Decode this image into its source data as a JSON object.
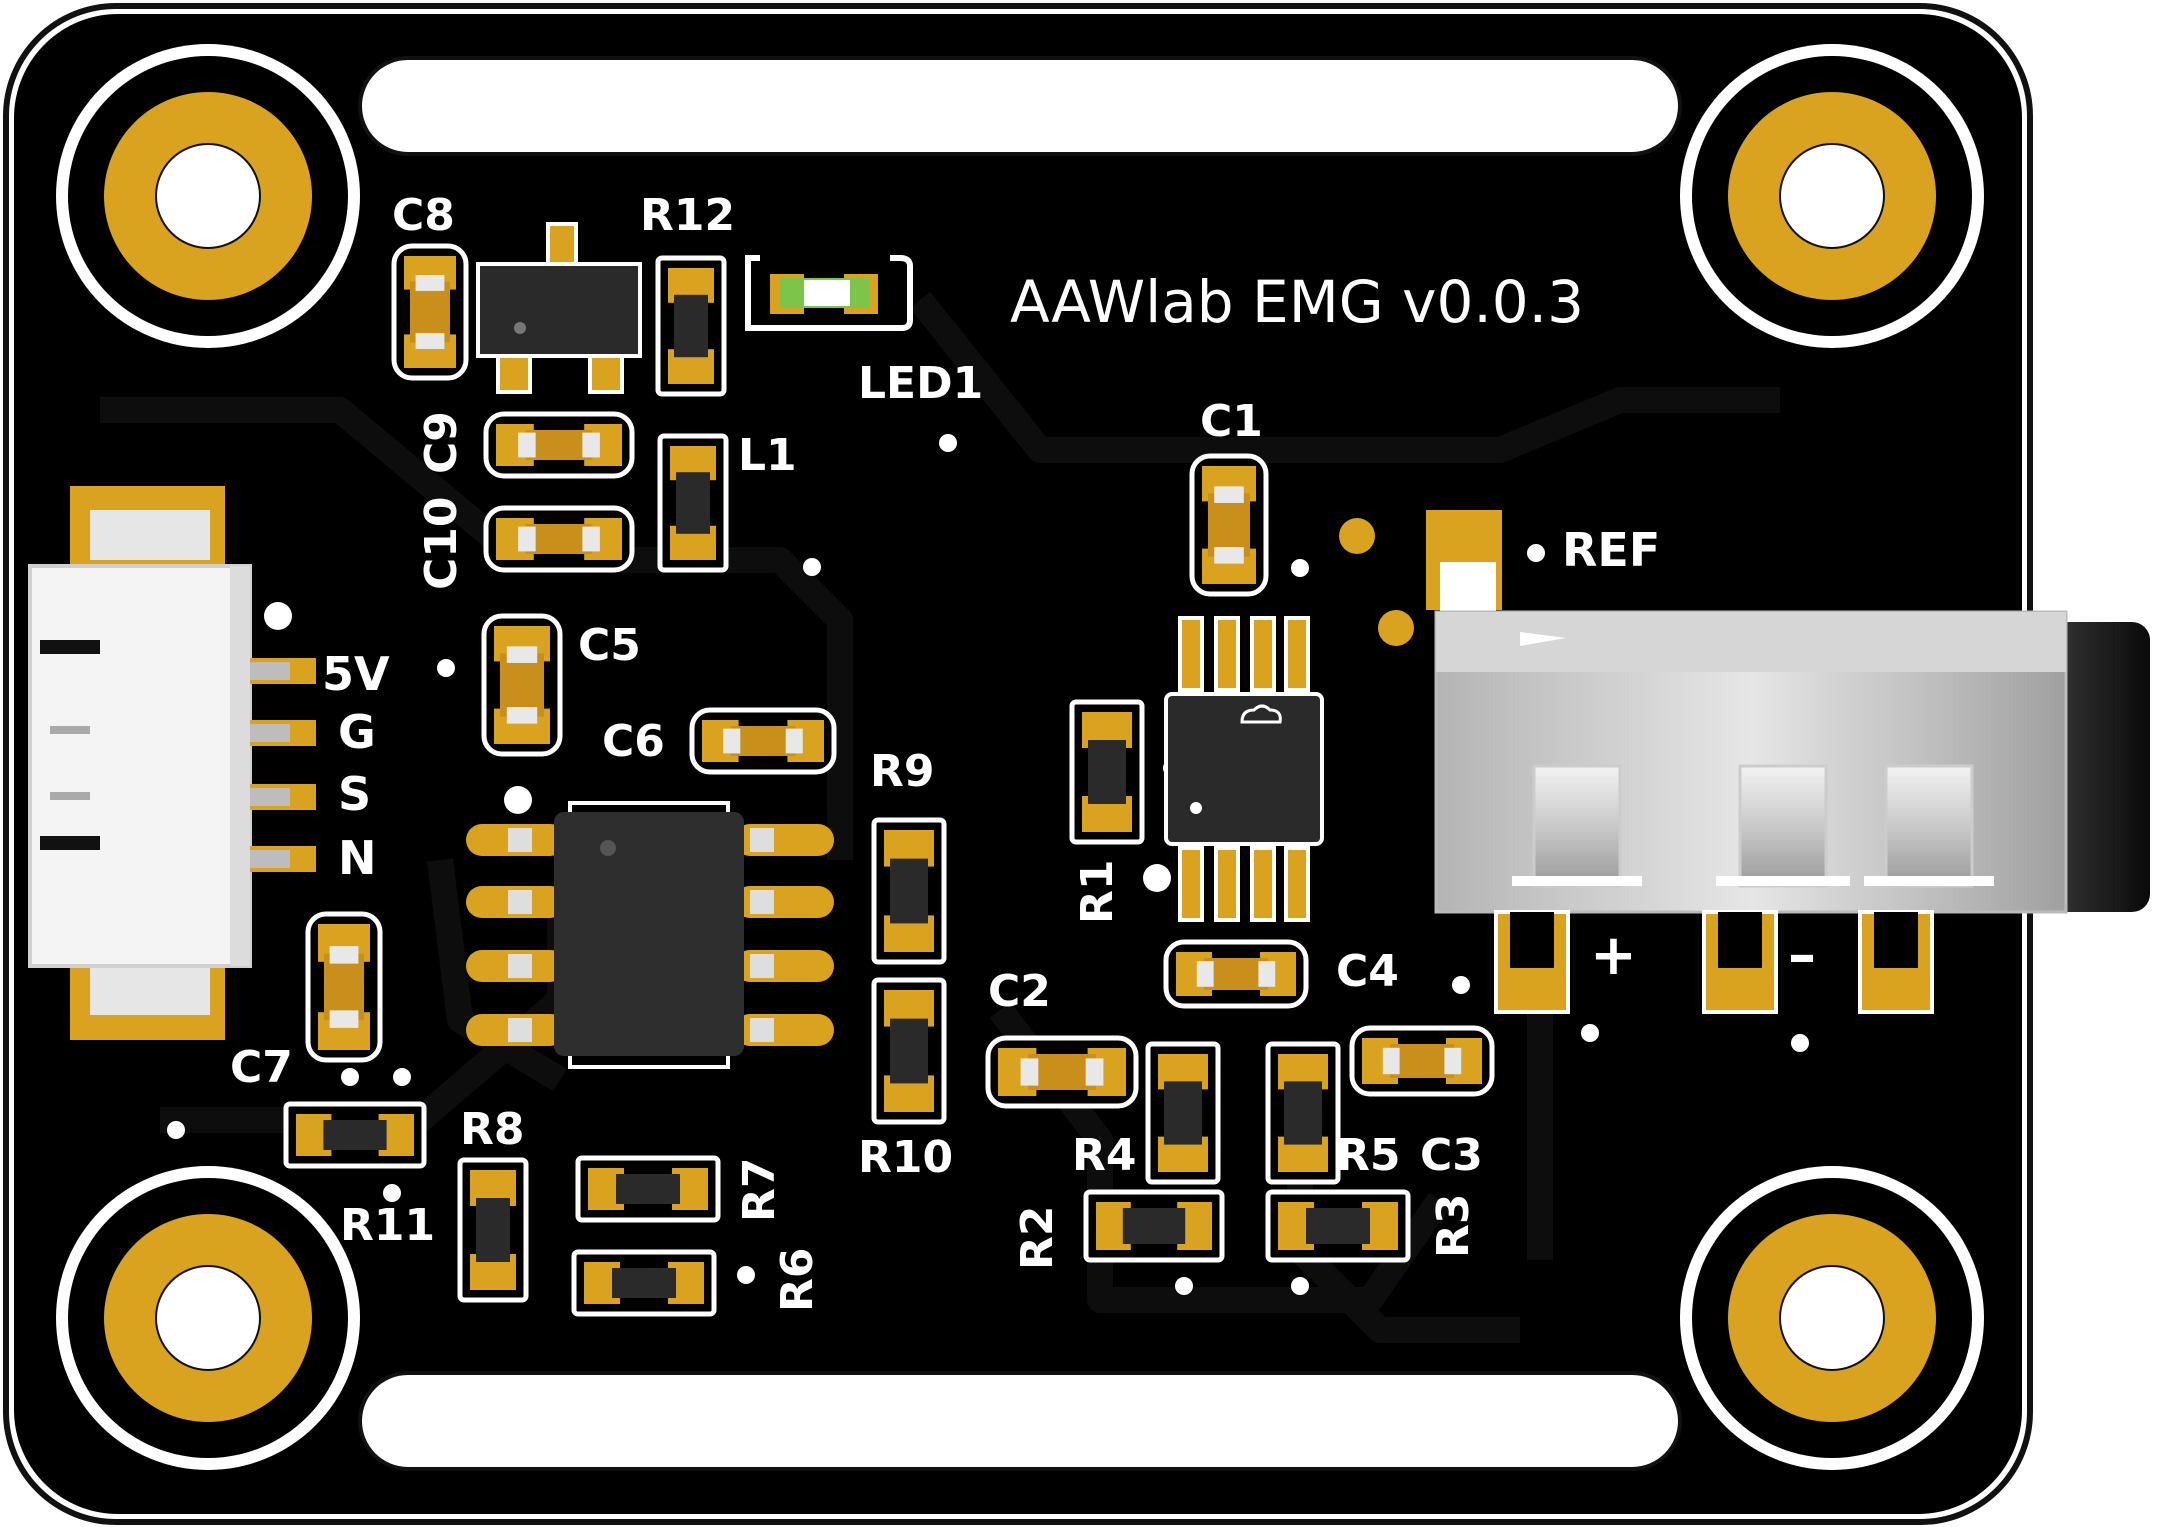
{
  "board": {
    "title": "AAWlab EMG v0.0.3",
    "colors": {
      "mask": "#000000",
      "trace": "#0c0c0c",
      "gold": "#d9a21f",
      "silk": "#ffffff",
      "body": "#2a2a2a"
    }
  },
  "labels": {
    "c8": "C8",
    "r12": "R12",
    "led1": "LED1",
    "c9": "C9",
    "l1": "L1",
    "c10": "C10",
    "c5": "C5",
    "c6": "C6",
    "r9": "R9",
    "r10": "R10",
    "c7": "C7",
    "r8": "R8",
    "r11": "R11",
    "r7": "R7",
    "r6": "R6",
    "c1": "C1",
    "ref": "REF",
    "r1": "R1",
    "c4": "C4",
    "c2": "C2",
    "r4": "R4",
    "r5": "R5",
    "c3": "C3",
    "r2": "R2",
    "r3": "R3"
  },
  "connector": {
    "pins": [
      "5V",
      "G",
      "S",
      "N"
    ]
  },
  "jack": {
    "plus": "+",
    "minus": "–"
  }
}
